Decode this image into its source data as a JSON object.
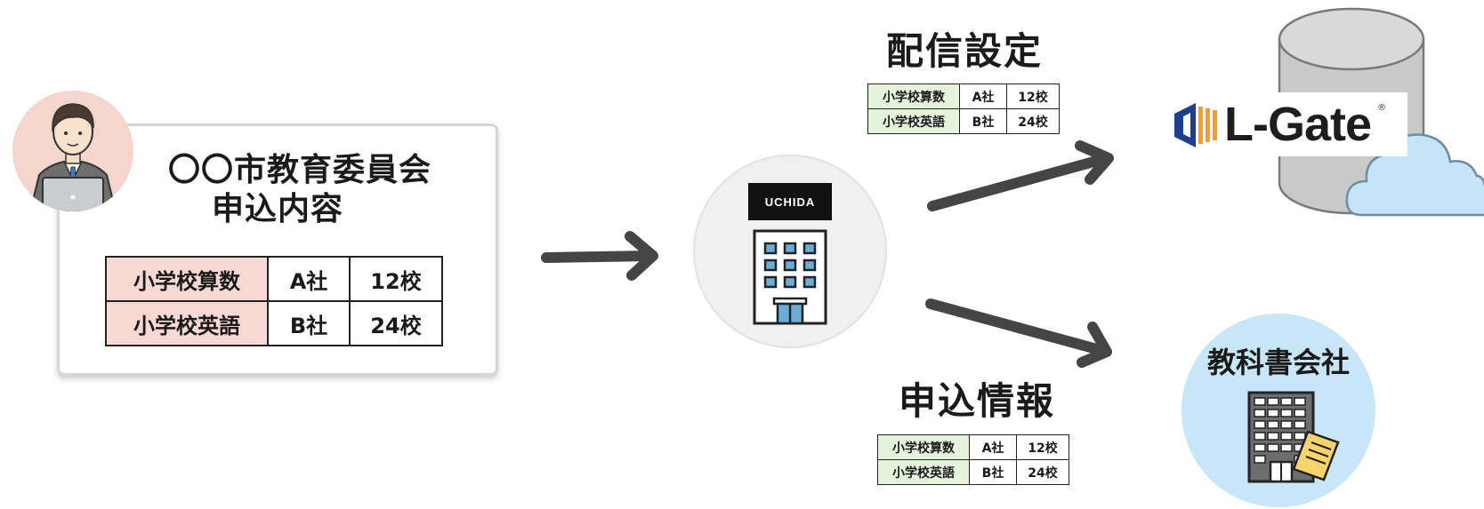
{
  "card": {
    "title_line1": "〇〇市教育委員会",
    "title_line2": "申込内容"
  },
  "requests": [
    {
      "subject": "小学校算数",
      "company": "A社",
      "schools": "12校"
    },
    {
      "subject": "小学校英語",
      "company": "B社",
      "schools": "24校"
    }
  ],
  "center": {
    "logo_text": "UCHIDA"
  },
  "delivery": {
    "heading": "配信設定"
  },
  "application": {
    "heading": "申込情報"
  },
  "lgate": {
    "name": "L-Gate",
    "mark": "®"
  },
  "publisher": {
    "label": "教科書会社"
  },
  "colors": {
    "arrow": "#454545",
    "card_table_accent": "#f8d8d2",
    "small_table_accent": "#e6f3dc",
    "publisher_circle": "#c7e6f7",
    "cloud": "#c6e4f7",
    "database": "#c9c9c9",
    "lgate_blue": "#1f3f8c",
    "lgate_orange": "#f3a31b"
  },
  "icons": [
    "person-with-laptop-icon",
    "office-building-icon",
    "database-icon",
    "cloud-icon",
    "lgate-logo-icon",
    "textbook-company-building-icon",
    "document-icon",
    "arrow-right-icon"
  ]
}
